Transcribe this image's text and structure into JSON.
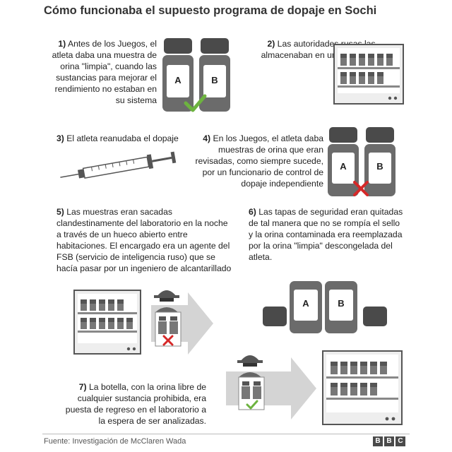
{
  "title": "Cómo funcionaba el supuesto programa de dopaje en Sochi",
  "steps": [
    {
      "num": "1)",
      "text": "Antes de los Juegos, el atleta daba una muestra de orina \"limpia\", cuando las sustancias para mejorar el rendimiento no estaban en su sistema"
    },
    {
      "num": "2)",
      "text": "Las autoridades rusas las almacenaban en un congelador"
    },
    {
      "num": "3)",
      "text": "El atleta reanudaba el dopaje"
    },
    {
      "num": "4)",
      "text": "En los Juegos, el atleta daba muestras de orina que eran revisadas, como siempre sucede, por un funcionario de control de dopaje independiente"
    },
    {
      "num": "5)",
      "text": "Las muestras eran sacadas clandestinamente del laboratorio en la noche a través de un hueco abierto entre habitaciones. El encargado era un agente del FSB (servicio de inteligencia ruso) que se hacía pasar por un ingeniero de alcantarillado"
    },
    {
      "num": "6)",
      "text": "Las tapas de seguridad eran quitadas de tal manera que no se rompía el sello y la orina contaminada era reemplazada por la orina \"limpia\" descongelada del atleta."
    },
    {
      "num": "7)",
      "text": "La botella, con la orina libre de cualquier sustancia prohibida, era puesta de regreso en el laboratorio a la espera de ser analizadas."
    }
  ],
  "bottle_labels": {
    "a": "A",
    "b": "B"
  },
  "source": "Fuente: Investigación de McClaren Wada",
  "logo": [
    "B",
    "B",
    "C"
  ],
  "colors": {
    "dark": "#4a4a4a",
    "mid": "#6b6b6b",
    "light": "#d9d9d9",
    "check": "#6db33f",
    "cross": "#d62828",
    "arrow": "#d4d4d4"
  }
}
